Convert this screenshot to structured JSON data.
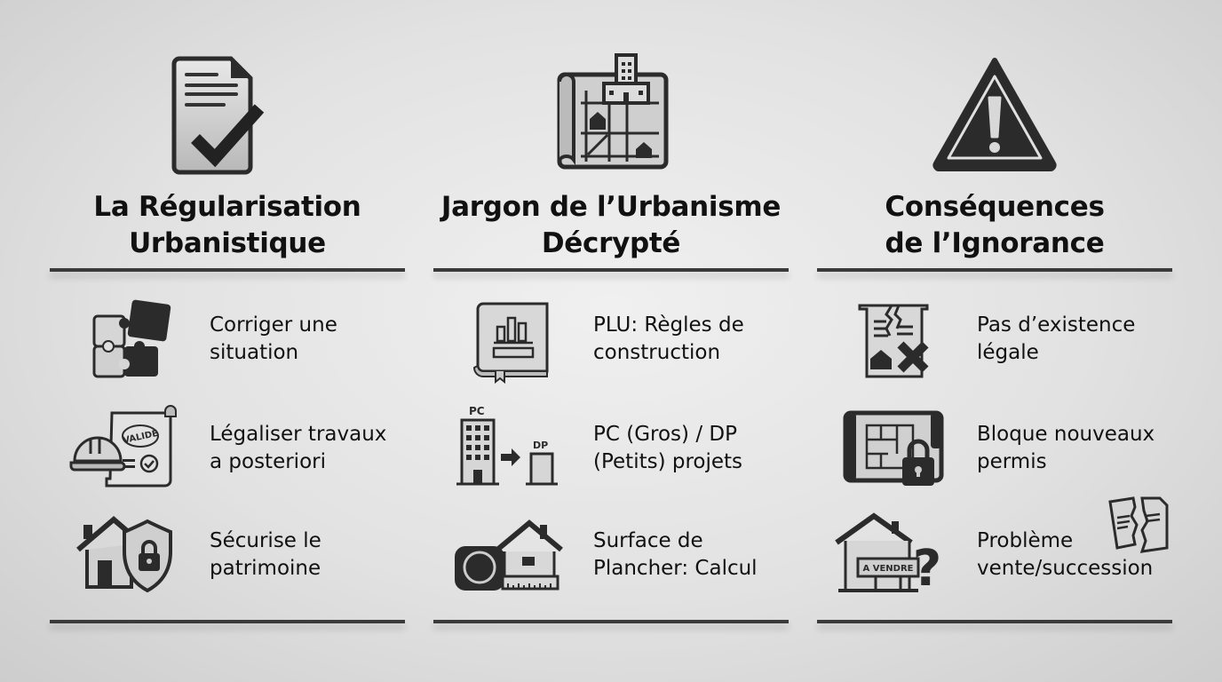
{
  "columns": [
    {
      "title_line1": "La Régularisation",
      "title_line2": "Urbanistique",
      "hero_icon": "document-check-icon",
      "items": [
        {
          "icon": "puzzle-icon",
          "line1": "Corriger une",
          "line2": "situation"
        },
        {
          "icon": "hardhat-validated-document-icon",
          "line1": "Légaliser travaux",
          "line2": "a posteriori",
          "stamp_text": "VALIDE"
        },
        {
          "icon": "house-shield-lock-icon",
          "line1": "Sécurise le",
          "line2": "patrimoine"
        }
      ]
    },
    {
      "title_line1": "Jargon de l’Urbanisme",
      "title_line2": "Décrypté",
      "hero_icon": "urban-blueprint-icon",
      "items": [
        {
          "icon": "rulebook-icon",
          "line1": "PLU: Règles de",
          "line2": "construction"
        },
        {
          "icon": "pc-to-dp-buildings-icon",
          "line1": "PC (Gros) / DP",
          "line2": "(Petits) projets",
          "label_big": "PC",
          "label_small": "DP"
        },
        {
          "icon": "tape-measure-house-icon",
          "line1": "Surface de",
          "line2": "Plancher: Calcul"
        }
      ]
    },
    {
      "title_line1": "Conséquences",
      "title_line2": "de l’Ignorance",
      "hero_icon": "warning-triangle-icon",
      "items": [
        {
          "icon": "torn-document-house-x-icon",
          "line1": "Pas d’existence",
          "line2": "légale"
        },
        {
          "icon": "blueprint-lock-icon",
          "line1": "Bloque nouveaux",
          "line2": "permis"
        },
        {
          "icon": "house-for-sale-question-icon",
          "line1": "Problème",
          "line2": "vente/succession",
          "sign_text": "A VENDRE"
        }
      ]
    }
  ],
  "colors": {
    "ink": "#111111",
    "icon_dark": "#2b2b2b",
    "rule": "#3a3a3a",
    "background": "#e2e2e2"
  }
}
